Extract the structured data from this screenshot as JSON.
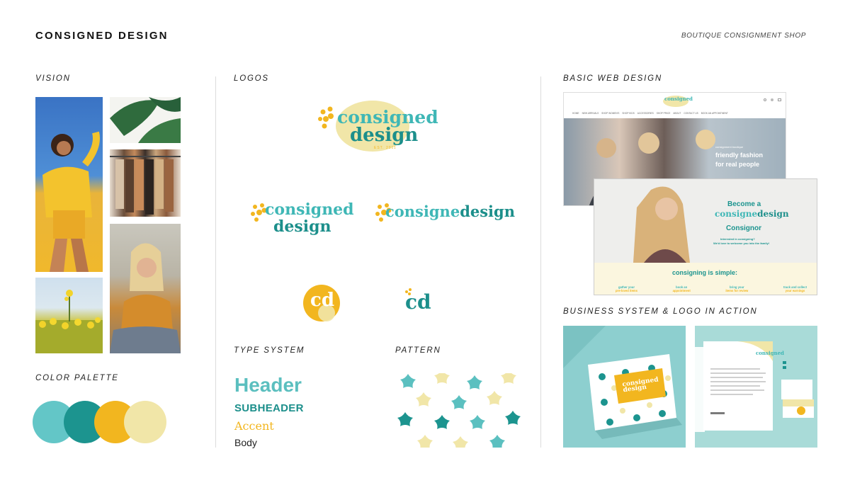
{
  "header": {
    "title": "CONSIGNED DESIGN",
    "tagline": "BOUTIQUE CONSIGNMENT SHOP"
  },
  "sections": {
    "vision": "VISION",
    "color_palette": "COLOR PALETTE",
    "logos": "LOGOS",
    "type_system": "TYPE SYSTEM",
    "pattern": "PATTERN",
    "web_design": "BASIC WEB DESIGN",
    "business": "BUSINESS SYSTEM & LOGO IN ACTION"
  },
  "palette": [
    "#63c6c7",
    "#1c948f",
    "#f2b61f",
    "#f1e6a8"
  ],
  "logos": {
    "word1": "consigned",
    "word2": "design",
    "inline_a": "consigne",
    "inline_b": "design",
    "monogram": "cd",
    "est": "EST. 2011"
  },
  "type_system": {
    "header": "Header",
    "subheader": "SUBHEADER",
    "accent": "Accent",
    "body": "Body"
  },
  "web": {
    "nav": [
      "HOME",
      "NEW ARRIVALS",
      "SHOP WOMEN'S",
      "SHOP KIDS",
      "ACCESSORIES",
      "SHOP PRICE",
      "ABOUT",
      "CONTACT US",
      "BOOK AN APPOINTMENT"
    ],
    "hero_line1": "friendly fashion",
    "hero_line2": "for real people",
    "hero_small": "consignment boutique",
    "become_a": "Become a",
    "consignor": "Consignor",
    "interested": "Interested in consigning?",
    "welcome": "We'd love to welcome you into the family!",
    "simple": "consigning is simple:",
    "steps": [
      [
        "gather your",
        "pre-loved items"
      ],
      [
        "book an",
        "appointment"
      ],
      [
        "bring your",
        "items for review"
      ],
      [
        "track and collect",
        "your earnings"
      ]
    ]
  },
  "biz": {
    "box_label": "consigned design"
  }
}
